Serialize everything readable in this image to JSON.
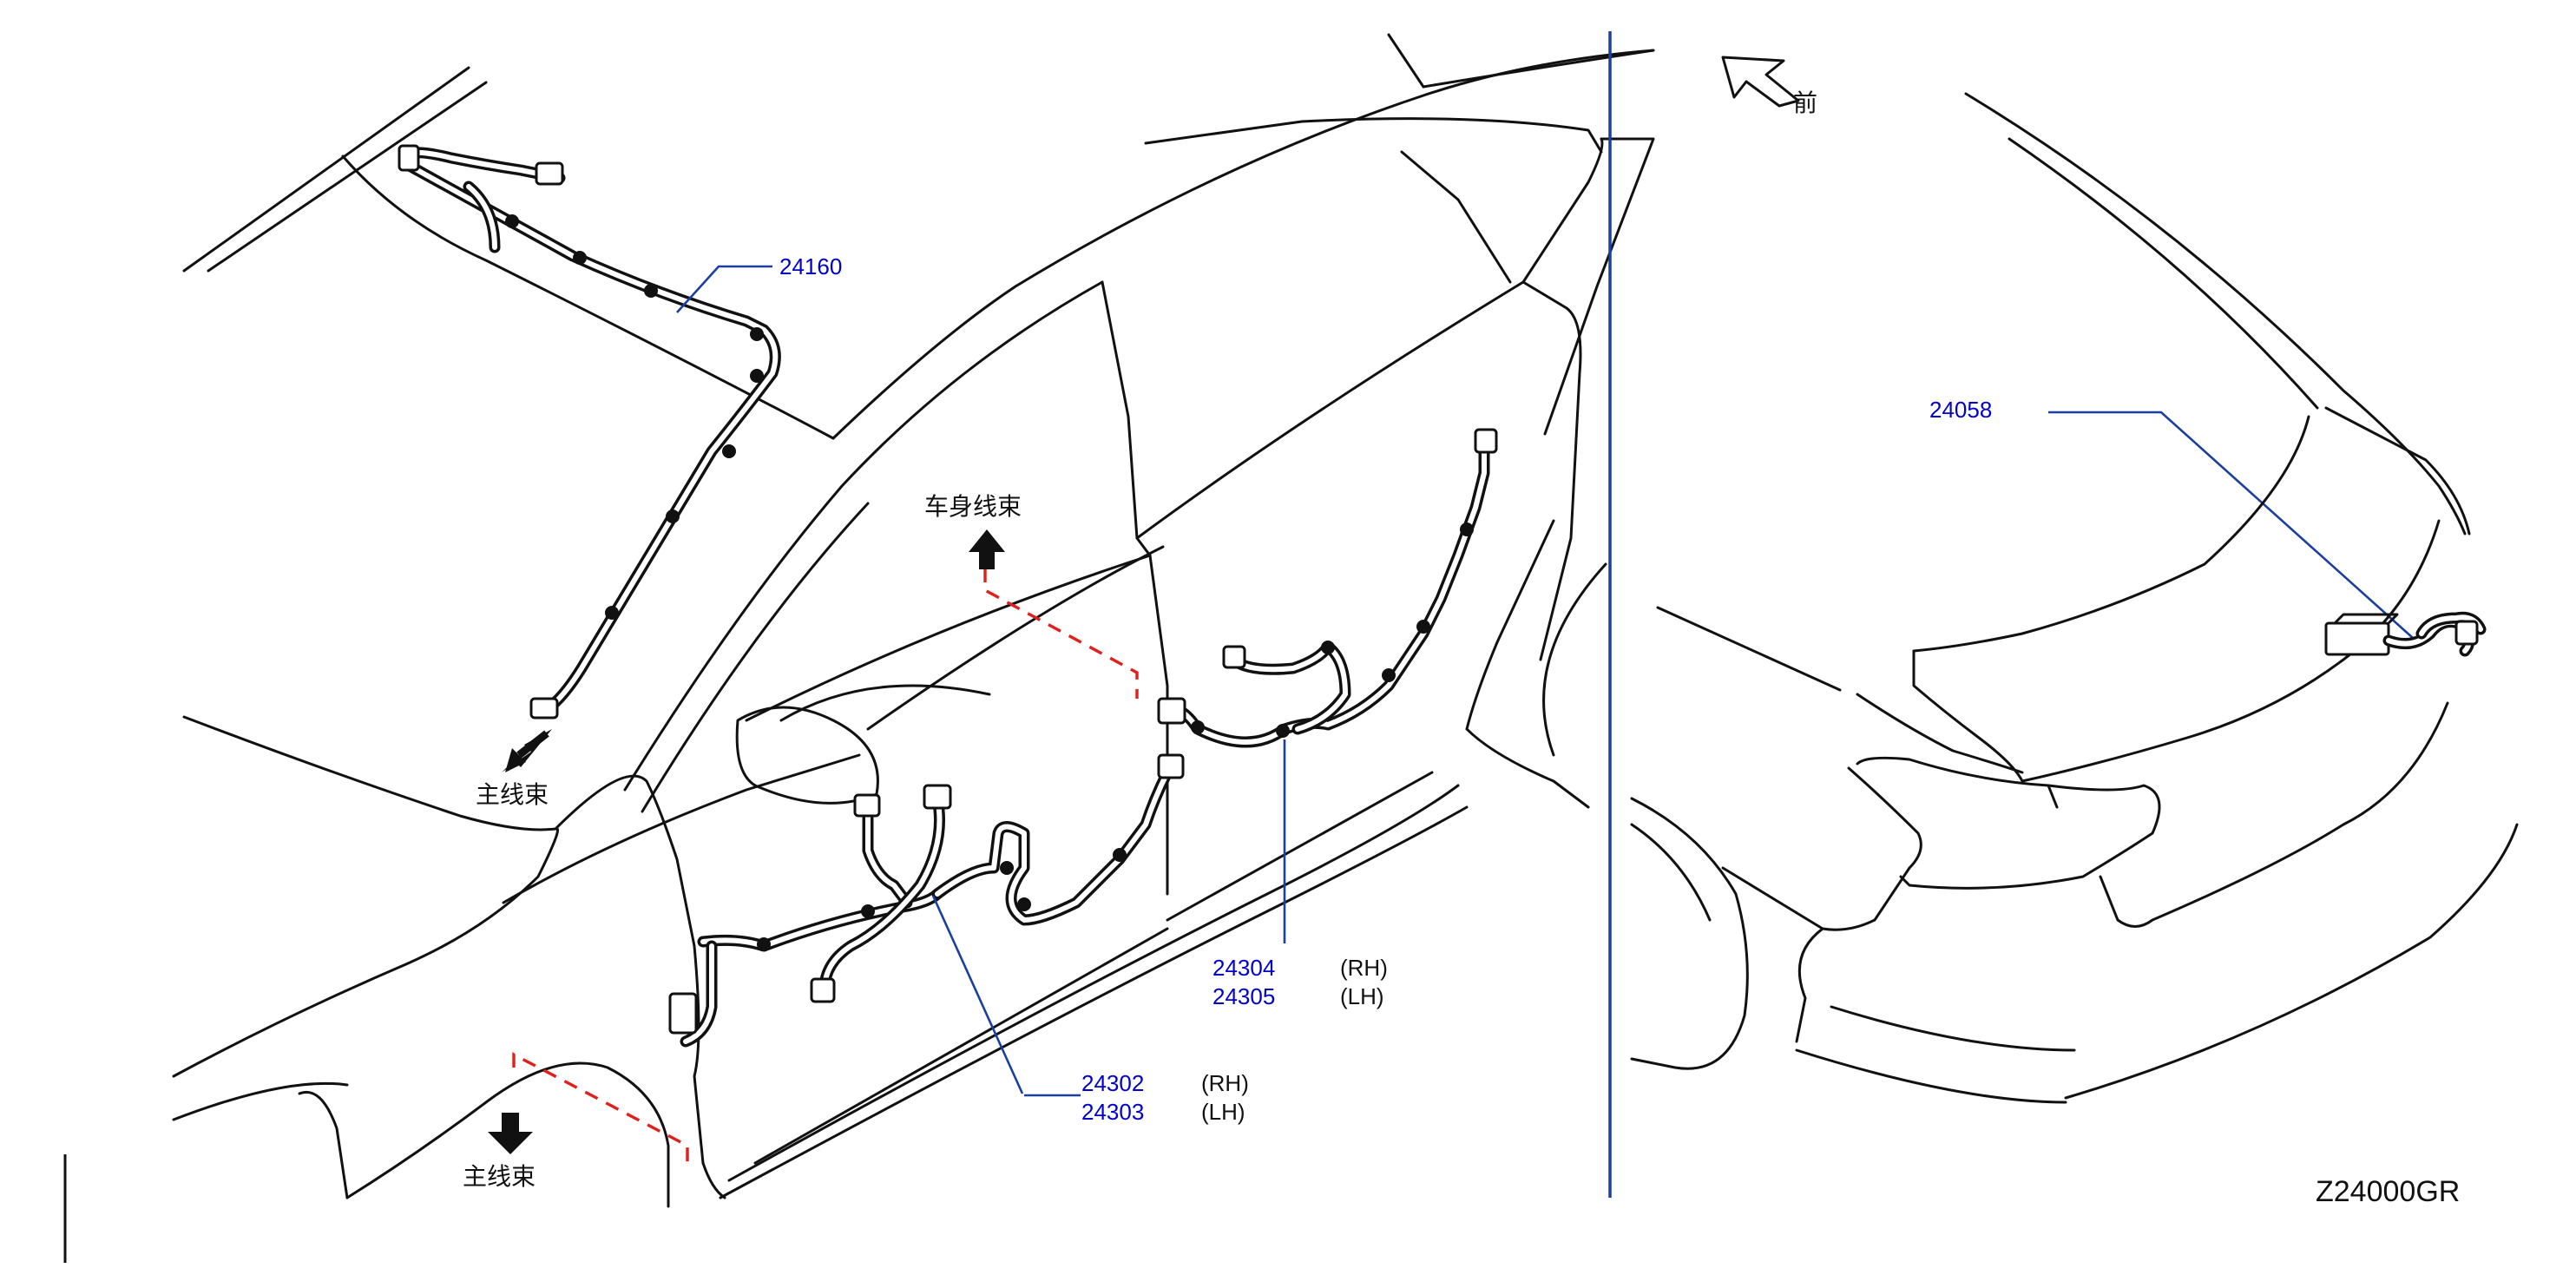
{
  "colors": {
    "line": "#111111",
    "part_number": "#0000cc",
    "leader": "#1a3fa0",
    "dashed_guide": "#e0201c",
    "divider": "#1a3fa0"
  },
  "direction": {
    "label": "前",
    "icon": "front-direction-arrow-icon"
  },
  "callouts": {
    "roof": {
      "number": "24160"
    },
    "front_door": {
      "number_rh": "24302",
      "side_rh": "(RH)",
      "number_lh": "24303",
      "side_lh": "(LH)"
    },
    "rear_door": {
      "number_rh": "24304",
      "side_rh": "(RH)",
      "number_lh": "24305",
      "side_lh": "(LH)"
    },
    "trunk": {
      "number": "24058"
    }
  },
  "notes": {
    "main_harness_top": "主线束",
    "main_harness_bottom": "主线束",
    "body_harness": "车身线束"
  },
  "drawing_code": "Z24000GR"
}
